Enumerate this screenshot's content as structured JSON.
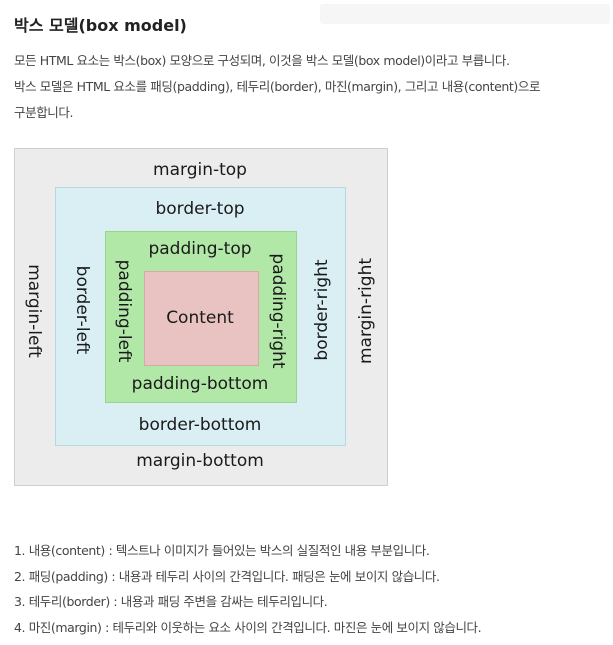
{
  "title": "박스 모델(box model)",
  "intro": {
    "line1": "모든 HTML 요소는 박스(box) 모양으로 구성되며, 이것을 박스 모델(box model)이라고 부릅니다.",
    "line2": "박스 모델은 HTML 요소를 패딩(padding), 테두리(border), 마진(margin), 그리고 내용(content)으로",
    "line3": "구분합니다."
  },
  "diagram": {
    "margin_top": "margin-top",
    "margin_bottom": "margin-bottom",
    "margin_left": "margin-left",
    "margin_right": "margin-right",
    "border_top": "border-top",
    "border_bottom": "border-bottom",
    "border_left": "border-left",
    "border_right": "border-right",
    "padding_top": "padding-top",
    "padding_bottom": "padding-bottom",
    "padding_left": "padding-left",
    "padding_right": "padding-right",
    "content": "Content",
    "colors": {
      "margin": "#ececec",
      "border": "#d9eff4",
      "padding": "#b1e8a8",
      "content": "#e9c2c2"
    }
  },
  "definitions": [
    "1. 내용(content) : 텍스트나 이미지가 들어있는 박스의 실질적인 내용 부분입니다.",
    "2. 패딩(padding) : 내용과 테두리 사이의 간격입니다. 패딩은 눈에 보이지 않습니다.",
    "3. 테두리(border) : 내용과 패딩 주변을 감싸는 테두리입니다.",
    "4. 마진(margin) : 테두리와 이웃하는 요소 사이의 간격입니다. 마진은 눈에 보이지 않습니다."
  ]
}
